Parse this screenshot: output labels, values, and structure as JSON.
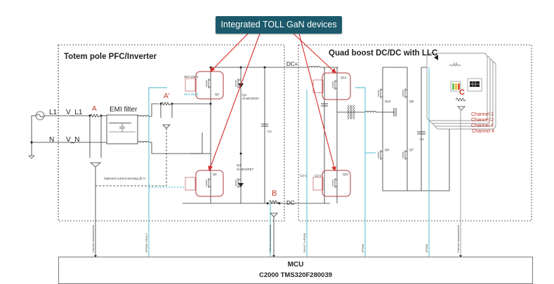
{
  "callout": {
    "text": "Integrated TOLL GaN devices",
    "bg_color": "#1c5a6b"
  },
  "sections": {
    "pfc": {
      "title": "Totem pole PFC/Inverter"
    },
    "dcdc": {
      "title": "Quad boost DC/DC with LLC"
    }
  },
  "nets": {
    "l1": "L1",
    "n": "N",
    "v_l1": "V_L1",
    "v_n": "V_N",
    "dc_plus": "DC+",
    "dc_minus": "DC-",
    "emi": "EMI filter"
  },
  "sense_points": {
    "a": "A",
    "a_prime": "A'",
    "b": "B",
    "c": "C"
  },
  "components": {
    "q1": "Q1",
    "q2": "Q2",
    "q3": "Q3",
    "q3_type": "Si-MOSFET",
    "q4": "Q4",
    "q4_type": "Si-MOSFET",
    "c4": "C4",
    "q7": "Q7",
    "q8": "Q8",
    "q9": "Q9",
    "q10": "Q10",
    "q11": "Q11",
    "q12": "Q12",
    "c2_1": "C2-1",
    "c2_2": "C2-2",
    "c1": "C1",
    "l4": "L4",
    "iso_top": "ISO-VS01",
    "iso_bottom": "ISO-SN02"
  },
  "notes": {
    "optional_sensing": "Optional current sensing @ A'"
  },
  "channels": [
    "Channel 1",
    "Channel 2",
    "Channel 3",
    "Channel 4"
  ],
  "signals": [
    {
      "label": "Current measurement",
      "type": "sense"
    },
    {
      "label": "ePWM / FAULT",
      "type": "pwm"
    },
    {
      "label": "Current measurement",
      "type": "sense"
    },
    {
      "label": "FAULT / ePWM",
      "type": "pwm"
    },
    {
      "label": "ePWM",
      "type": "pwm"
    },
    {
      "label": "ePWM",
      "type": "pwm"
    },
    {
      "label": "Current measurement",
      "type": "sense"
    }
  ],
  "mcu": {
    "title": "MCU",
    "part": "C2000 TMS320F280039"
  },
  "colors": {
    "gan_box": "#b03a3a",
    "arrow": "#d62b2b",
    "pwm_line": "#3bb6c9",
    "wire": "#222222",
    "label_red": "#c0392b"
  }
}
